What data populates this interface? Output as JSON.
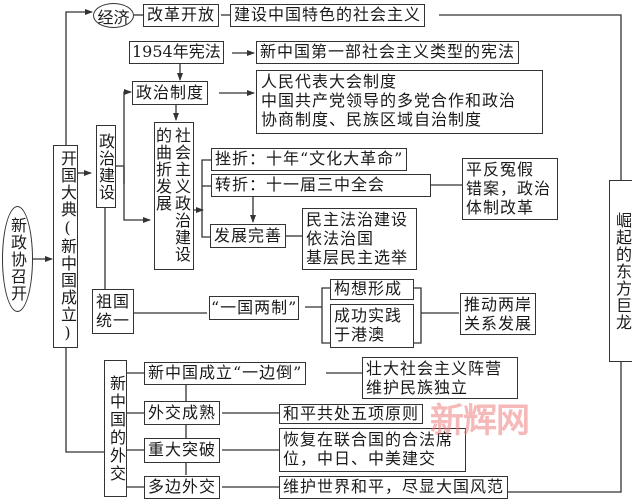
{
  "diagram": {
    "root": {
      "label": "新政协召开"
    },
    "founding": {
      "label": "开国大典(新中国成立)"
    },
    "endpoint": {
      "label": "崛起的东方巨龙"
    },
    "economy": {
      "label": "经济",
      "reform": "改革开放",
      "result": "建设中国特色的社会主义"
    },
    "politics": {
      "label": "政治建设",
      "constitution": "1954年宪法",
      "constitution_note": "新中国第一部社会主义类型的宪法",
      "system": "政治制度",
      "system_note": [
        "人民代表大会制度",
        "中国共产党领导的多党合作和政治",
        "协商制度、民族区域自治制度"
      ],
      "tortuous": "社会主义政治建设的曲折发展",
      "setback": "挫折：十年“文化大革命”",
      "turning": "转折：十一届三中全会",
      "turning_note": [
        "平反冤假",
        "错案，政治",
        "体制改革"
      ],
      "improve": "发展完善",
      "improve_note": [
        "民主法治建设",
        "依法治国",
        "基层民主选举"
      ]
    },
    "reunification": {
      "label": "祖国统一",
      "policy": "“一国两制”",
      "concept": "构想形成",
      "practice": [
        "成功实践",
        "于港澳"
      ],
      "result": [
        "推动两岸",
        "关系发展"
      ]
    },
    "diplomacy": {
      "label": "新中国的外交",
      "items": [
        {
          "stage": "新中国成立“一边倒”",
          "note": [
            "壮大社会主义阵营",
            "维护民族独立"
          ]
        },
        {
          "stage": "外交成熟",
          "note": [
            "和平共处五项原则"
          ]
        },
        {
          "stage": "重大突破",
          "note": [
            "恢复在联合国的合法席",
            "位，中日、中美建交"
          ]
        },
        {
          "stage": "多边外交",
          "note": [
            "维护世界和平，尽显大国风范"
          ]
        }
      ]
    },
    "watermark": "新辉网",
    "colors": {
      "line": "#333333",
      "watermark": "#f08080"
    }
  }
}
